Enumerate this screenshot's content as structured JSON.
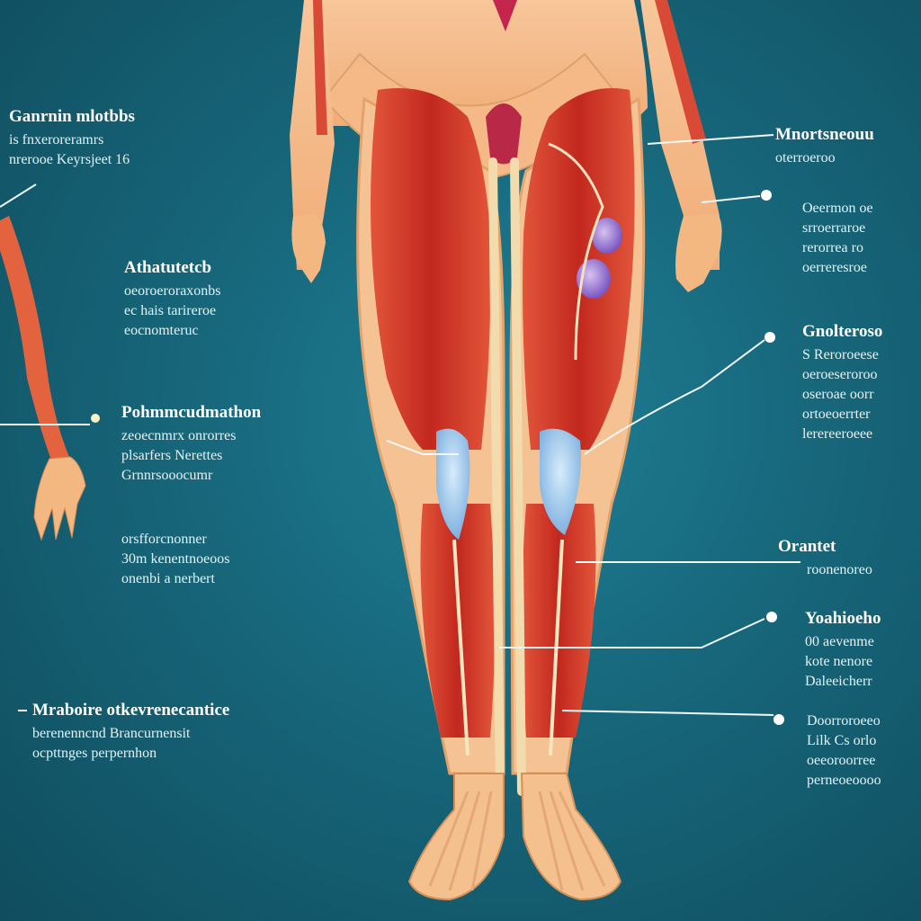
{
  "labels": {
    "left_1": {
      "title": "Ganrnin mlotbbs",
      "lines": [
        "is fnxeroreramrs",
        "nrerooe Keyrsjeet 16"
      ]
    },
    "left_2": {
      "title": "Athatutetcb",
      "lines": [
        "oeoroeroraxonbs",
        "ec hais tarireroe",
        "eocnomteruc"
      ]
    },
    "left_3": {
      "title": "Pohmmcudmathon",
      "lines": [
        "zeoecnmrx onrorres",
        "plsarfers Nerettes",
        "Grnnrsooocumr"
      ]
    },
    "left_4": {
      "title": "",
      "lines": [
        "orsfforcnonner",
        "30m kenentnoeoos",
        "onenbi a nerbert"
      ]
    },
    "left_5": {
      "title": "Mraboire otkevrenecantice",
      "lines": [
        "berenenncnd Brancurnensit",
        "ocpttnges perpernhon"
      ]
    },
    "right_1": {
      "title": "Mnortsneouu",
      "lines": [
        "oterroeroo"
      ]
    },
    "right_2": {
      "title": "",
      "lines": [
        "Oeermon oe",
        "srroerraroe",
        "rerorrea ro",
        "oerreresroe"
      ]
    },
    "right_3": {
      "title": "Gnolteroso",
      "lines": [
        "S Reroroeese",
        "oeroeseroroo",
        "oseroae oorr",
        "ortoeoerrter",
        "lerereeroeee"
      ]
    },
    "right_4": {
      "title": "Orantet",
      "lines": [
        "roonenoreo"
      ]
    },
    "right_5": {
      "title": "Yoahioeho",
      "lines": [
        "00 aevenme",
        "kote nenore",
        "Daleeicherr"
      ]
    },
    "right_6": {
      "title": "",
      "lines": [
        "Doorroroeeo",
        "Lilk Cs orlo",
        "oeeoroorree",
        "perneoeoooo"
      ]
    }
  }
}
